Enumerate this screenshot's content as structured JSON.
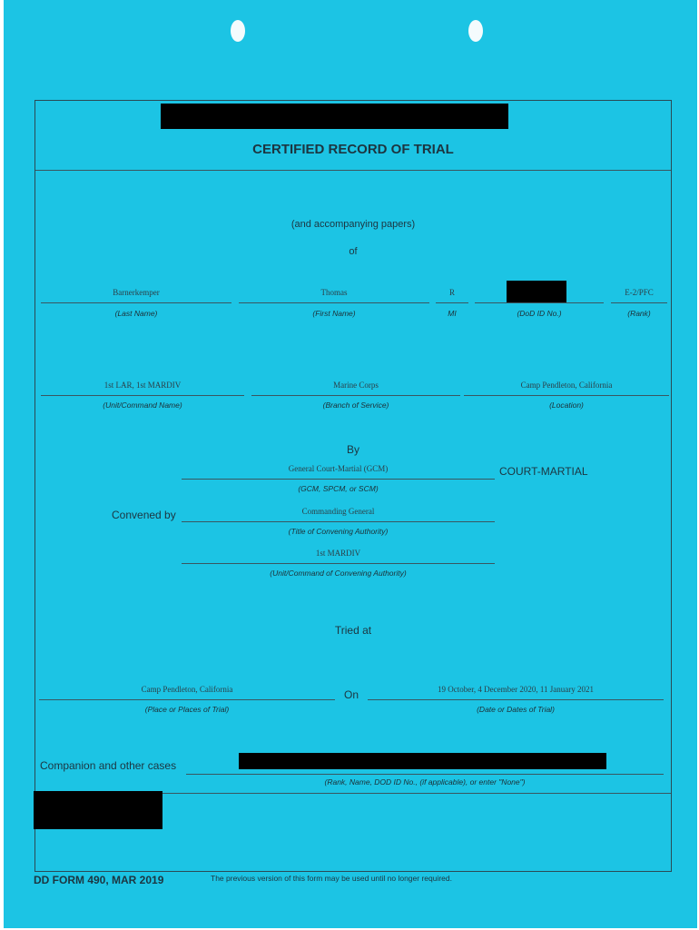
{
  "form": {
    "title": "CERTIFIED RECORD OF TRIAL",
    "subtitle": "(and accompanying papers)",
    "of": "of",
    "by": "By",
    "court_martial": "COURT-MARTIAL",
    "convened_by": "Convened by",
    "tried_at": "Tried at",
    "on": "On",
    "companion_cases": "Companion and other cases"
  },
  "accused": {
    "last_name": "Barnerkemper",
    "first_name": "Thomas",
    "mi": "R",
    "rank": "E-2/PFC",
    "unit": "1st LAR, 1st MARDIV",
    "branch": "Marine Corps",
    "location": "Camp Pendleton, California"
  },
  "labels": {
    "last_name": "(Last Name)",
    "first_name": "(First Name)",
    "mi": "MI",
    "dod_id": "(DoD ID No.)",
    "rank": "(Rank)",
    "unit": "(Unit/Command Name)",
    "branch": "(Branch of Service)",
    "location": "(Location)",
    "court_type": "(GCM, SPCM, or SCM)",
    "convening_title": "(Title of Convening Authority)",
    "convening_unit": "(Unit/Command of Convening Authority)",
    "place": "(Place or Places of Trial)",
    "dates": "(Date or Dates of Trial)",
    "companion": "(Rank, Name, DOD ID No., (if applicable), or enter \"None\")"
  },
  "trial": {
    "court_type": "General Court-Martial (GCM)",
    "convening_title": "Commanding General",
    "convening_unit": "1st MARDIV",
    "place": "Camp Pendleton, California",
    "dates": "19 October, 4 December 2020, 11 January 2021"
  },
  "footer": {
    "form_number": "DD FORM 490, MAR 2019",
    "note": "The previous version of this form may be used until no longer required."
  },
  "colors": {
    "paper": "#1cc4e4",
    "redaction": "#000000"
  }
}
